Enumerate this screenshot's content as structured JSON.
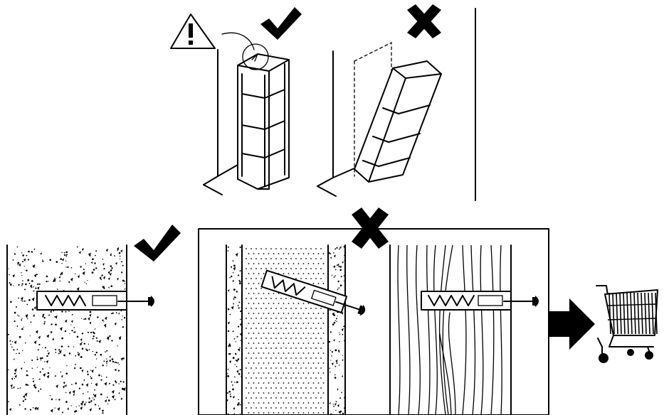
{
  "warning": {
    "icon": "warning-triangle-icon",
    "symbol": "!"
  },
  "marks": {
    "correct": "check-mark-icon",
    "incorrect": "cross-mark-icon"
  },
  "colors": {
    "ink": "#000000",
    "paper": "#ffffff"
  },
  "panels": {
    "top_left": "bookcase-anchored-to-wall",
    "top_right": "bookcase-tipping-over",
    "bottom_left": "anchor-in-solid-concrete-wall",
    "bottom_middle_a": "anchor-in-hollow-wall",
    "bottom_middle_b": "anchor-in-wood-wall"
  },
  "cart": {
    "icon": "shopping-cart-icon",
    "arrow": "arrow-right-icon"
  }
}
